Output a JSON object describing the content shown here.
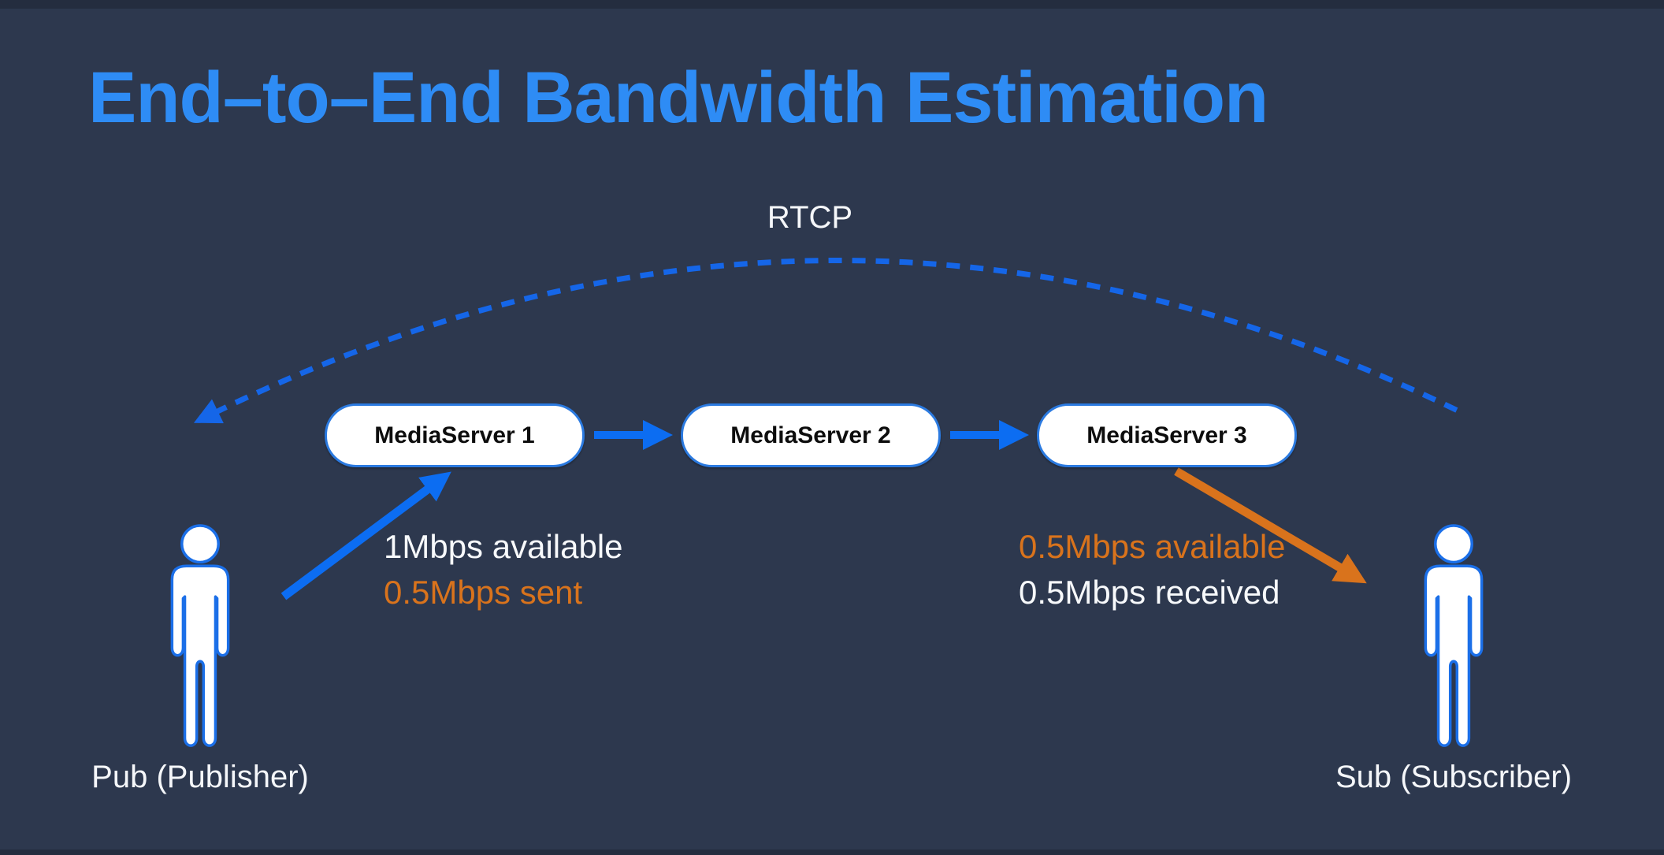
{
  "title": "End–to–End Bandwidth Estimation",
  "rtcp": {
    "label": "RTCP"
  },
  "servers": [
    {
      "label": "MediaServer 1"
    },
    {
      "label": "MediaServer 2"
    },
    {
      "label": "MediaServer 3"
    }
  ],
  "publisher": {
    "label": "Pub (Publisher)",
    "stats": [
      {
        "text": "1Mbps available",
        "color": "#f7f9fb"
      },
      {
        "text": "0.5Mbps sent",
        "color": "#d9731c"
      }
    ]
  },
  "subscriber": {
    "label": "Sub (Subscriber)",
    "stats": [
      {
        "text": "0.5Mbps available",
        "color": "#d9731c"
      },
      {
        "text": "0.5Mbps received",
        "color": "#f7f9fb"
      }
    ]
  },
  "icons": {
    "publisher": "person-icon",
    "subscriber": "person-icon",
    "rtcp_feedback": "dashed-curved-arrow-icon",
    "server_links": "right-arrow-icon",
    "uplink": "up-right-arrow-icon",
    "downlink": "down-right-arrow-icon"
  },
  "colors": {
    "background": "#2d384e",
    "title_blue": "#2e8cf5",
    "solid_arrow_blue": "#0c6df2",
    "dashed_arrow_blue": "#1566e8",
    "box_border_blue": "#2b7ae0",
    "person_outline_blue": "#1b6fe8",
    "orange": "#d9731c",
    "box_fill": "#ffffff",
    "box_text": "#0d0d0d",
    "light_text": "#f5f7fa"
  }
}
